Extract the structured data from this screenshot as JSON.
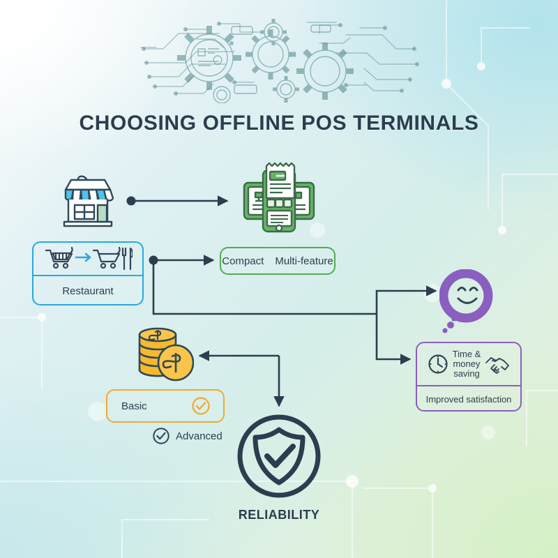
{
  "page": {
    "title": "CHOOSING OFFLINE POS TERMINALS",
    "background_colors": {
      "top_left": "#fdfdfe",
      "top_right": "#c9e8ef",
      "bottom_left": "#d3ecef",
      "bottom_right": "#e4f3de"
    },
    "decor": {
      "header_graphic": "circuit-board-gears",
      "circuit_line_color": "#ffffff"
    }
  },
  "nodes": {
    "storefront": {
      "icon": "storefront-icon",
      "colors": {
        "awning": "#4dc3e8",
        "roof_dark": "#2f4858",
        "door": "#b9dcc4"
      }
    },
    "pos_terminal": {
      "icon": "pos-terminal-icon",
      "colors": {
        "primary": "#65b565",
        "dark": "#3d6b4a",
        "receipt": "#ffffff"
      }
    },
    "restaurant": {
      "icon_top": "shopping-cart-to-restaurant-icon",
      "label": "Restaurant",
      "border_color": "#29a8e0"
    },
    "features": {
      "label_left": "Compact",
      "label_right": "Multi-feature",
      "border_color": "#4cb04f"
    },
    "smiley": {
      "icon": "smiley-thought-bubble-icon",
      "color": "#8a5fc0"
    },
    "benefits": {
      "clock_icon": "clock-icon",
      "handshake_icon": "handshake-icon",
      "label_top": "Time &\nmoney\nsaving",
      "label_bottom": "Improved satisfaction",
      "border_color": "#8a5fc0"
    },
    "coins": {
      "icon": "coins-stack-icon",
      "colors": {
        "fill": "#fbc54a",
        "outline": "#2f4858"
      }
    },
    "basic": {
      "label": "Basic",
      "check_icon": "check-circle-icon",
      "border_color": "#f2aa2e"
    },
    "advanced": {
      "label": "Advanced",
      "check_icon": "check-circle-icon",
      "color": "#2f4858"
    },
    "reliability": {
      "icon": "shield-check-circle-icon",
      "label": "RELIABILITY",
      "color": "#2b3d4e"
    }
  },
  "connectors": {
    "color": "#2b3d4e",
    "edges": [
      {
        "name": "storefront-to-pos",
        "from": "storefront",
        "to": "pos_terminal",
        "style": "dot-to-arrow"
      },
      {
        "name": "restaurant-to-features",
        "from": "restaurant",
        "to": "features",
        "style": "dot-to-arrow"
      },
      {
        "name": "restaurant-to-smiley",
        "from": "restaurant",
        "to": "smiley",
        "style": "elbow-arrow"
      },
      {
        "name": "restaurant-to-benefits",
        "from": "restaurant",
        "to": "benefits",
        "style": "elbow-arrow"
      },
      {
        "name": "branch-to-coins",
        "from": "branch",
        "to": "coins",
        "style": "elbow-arrow"
      },
      {
        "name": "branch-to-reliability",
        "from": "branch",
        "to": "reliability",
        "style": "elbow-arrow"
      }
    ]
  }
}
